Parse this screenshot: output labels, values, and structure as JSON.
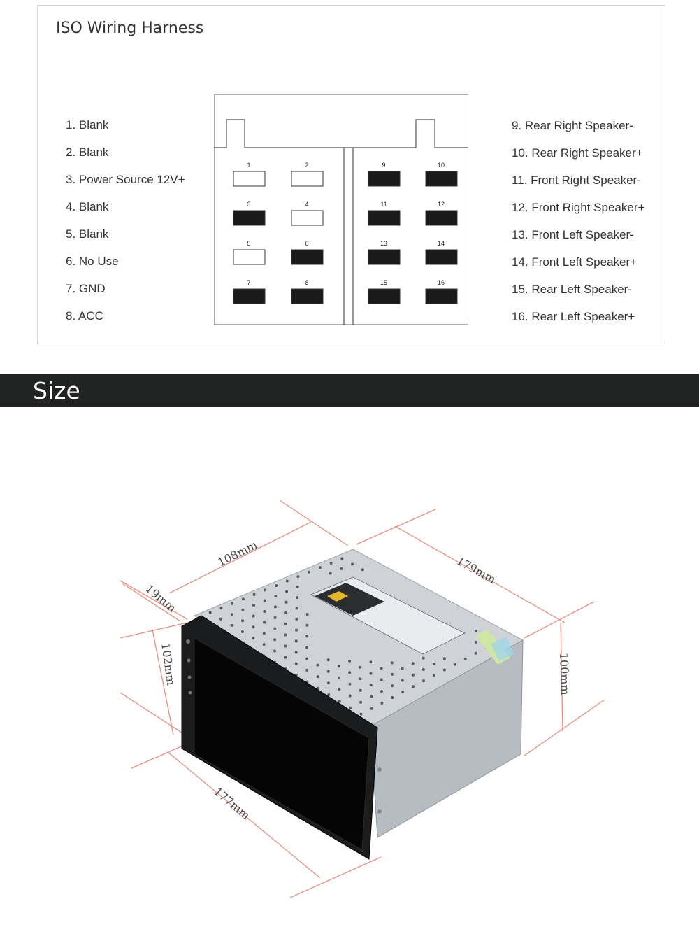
{
  "harness": {
    "title": "ISO Wiring Harness",
    "left_pins": [
      "1. Blank",
      "2. Blank",
      "3. Power Source 12V+",
      "4. Blank",
      "5. Blank",
      "6. No Use",
      "7. GND",
      "8. ACC"
    ],
    "right_pins": [
      "9. Rear Right Speaker-",
      "10. Rear Right Speaker+",
      "11. Front Right Speaker-",
      "12. Front Right Speaker+",
      "13. Front Left Speaker-",
      "14. Front Left Speaker+",
      "15. Rear Left Speaker-",
      "16. Rear Left Speaker+"
    ],
    "connector_pins": [
      {
        "num": "1",
        "filled": false
      },
      {
        "num": "2",
        "filled": false
      },
      {
        "num": "3",
        "filled": true
      },
      {
        "num": "4",
        "filled": false
      },
      {
        "num": "5",
        "filled": false
      },
      {
        "num": "6",
        "filled": true
      },
      {
        "num": "7",
        "filled": true
      },
      {
        "num": "8",
        "filled": true
      },
      {
        "num": "9",
        "filled": true
      },
      {
        "num": "10",
        "filled": true
      },
      {
        "num": "11",
        "filled": true
      },
      {
        "num": "12",
        "filled": true
      },
      {
        "num": "13",
        "filled": true
      },
      {
        "num": "14",
        "filled": true
      },
      {
        "num": "15",
        "filled": true
      },
      {
        "num": "16",
        "filled": true
      }
    ]
  },
  "size_section": {
    "heading": "Size",
    "dimensions": {
      "top_depth": "108mm",
      "side_length": "179mm",
      "front_thickness": "19mm",
      "front_height": "102mm",
      "body_height": "100mm",
      "front_width": "177mm"
    }
  },
  "colors": {
    "banner": "#222323",
    "dimension_line": "#e8907e",
    "pin_filled": "#1a1a1a"
  }
}
